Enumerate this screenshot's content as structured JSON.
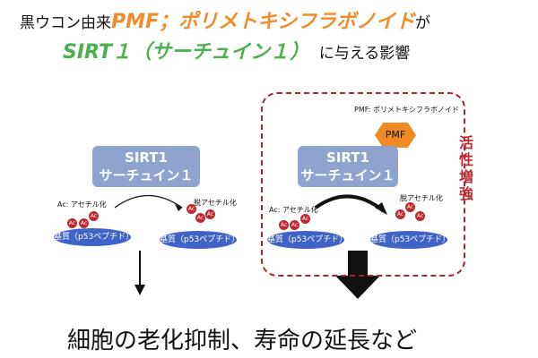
{
  "title": {
    "line1_prefix": "黒ウコン由来",
    "line1_highlight": "PMF；ポリメトキシフラボノイド",
    "line1_suffix": "が",
    "line2_highlight": "SIRT１（サーチュイン１）",
    "line2_suffix": "に与える影響"
  },
  "left_panel": {
    "sirt_line1": "SIRT1",
    "sirt_line2": "サーチュイン１",
    "ac_label": "Ac: アセチル化",
    "deac_label": "脱アセチル化",
    "substrate_left": "基質（p53ペプチド）",
    "substrate_right": "基質（p53ペプチド）"
  },
  "right_panel": {
    "pmf_label": "PMF: ポリメトキシフラボノイド",
    "pmf_hex": "PMF",
    "sirt_line1": "SIRT1",
    "sirt_line2": "サーチュイン１",
    "ac_label": "Ac: アセチル化",
    "deac_label": "脱アセチル化",
    "substrate_left": "基質（p53ペプチド）",
    "substrate_right": "基質（p53ペプチド）",
    "enhance_label": [
      "活",
      "性",
      "増",
      "強"
    ]
  },
  "ac_text": "Ac",
  "bottom_text": "細胞の老化抑制、寿命の延長など",
  "colors": {
    "pmf_orange": "#f28c28",
    "sirt_green": "#4caf50",
    "sirt_box": "#8ea4cf",
    "substrate_blue": "#3f63c6",
    "acetyl_red": "#c0282f",
    "dashed_border": "#a52a2a"
  }
}
